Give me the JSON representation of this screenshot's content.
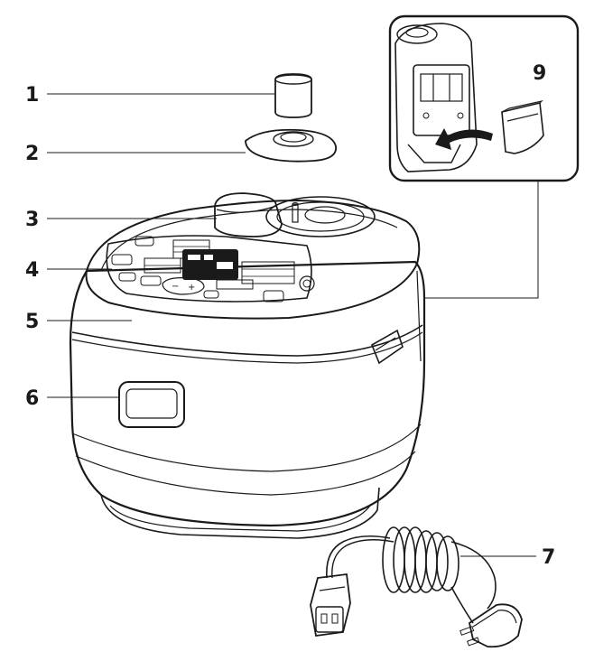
{
  "callouts": [
    {
      "number": "1",
      "part": "steam-valve-cap"
    },
    {
      "number": "2",
      "part": "steam-valve-base"
    },
    {
      "number": "3",
      "part": "lid-handle"
    },
    {
      "number": "4",
      "part": "control-panel"
    },
    {
      "number": "5",
      "part": "lid"
    },
    {
      "number": "6",
      "part": "side-handle"
    },
    {
      "number": "7",
      "part": "power-cord"
    },
    {
      "number": "9",
      "part": "condensation-collector"
    }
  ],
  "panel": {
    "display_minus": "−",
    "display_plus": "+"
  },
  "colors": {
    "line": "#1a1a1a",
    "fill": "#ffffff",
    "display": "#1a1a1a"
  }
}
